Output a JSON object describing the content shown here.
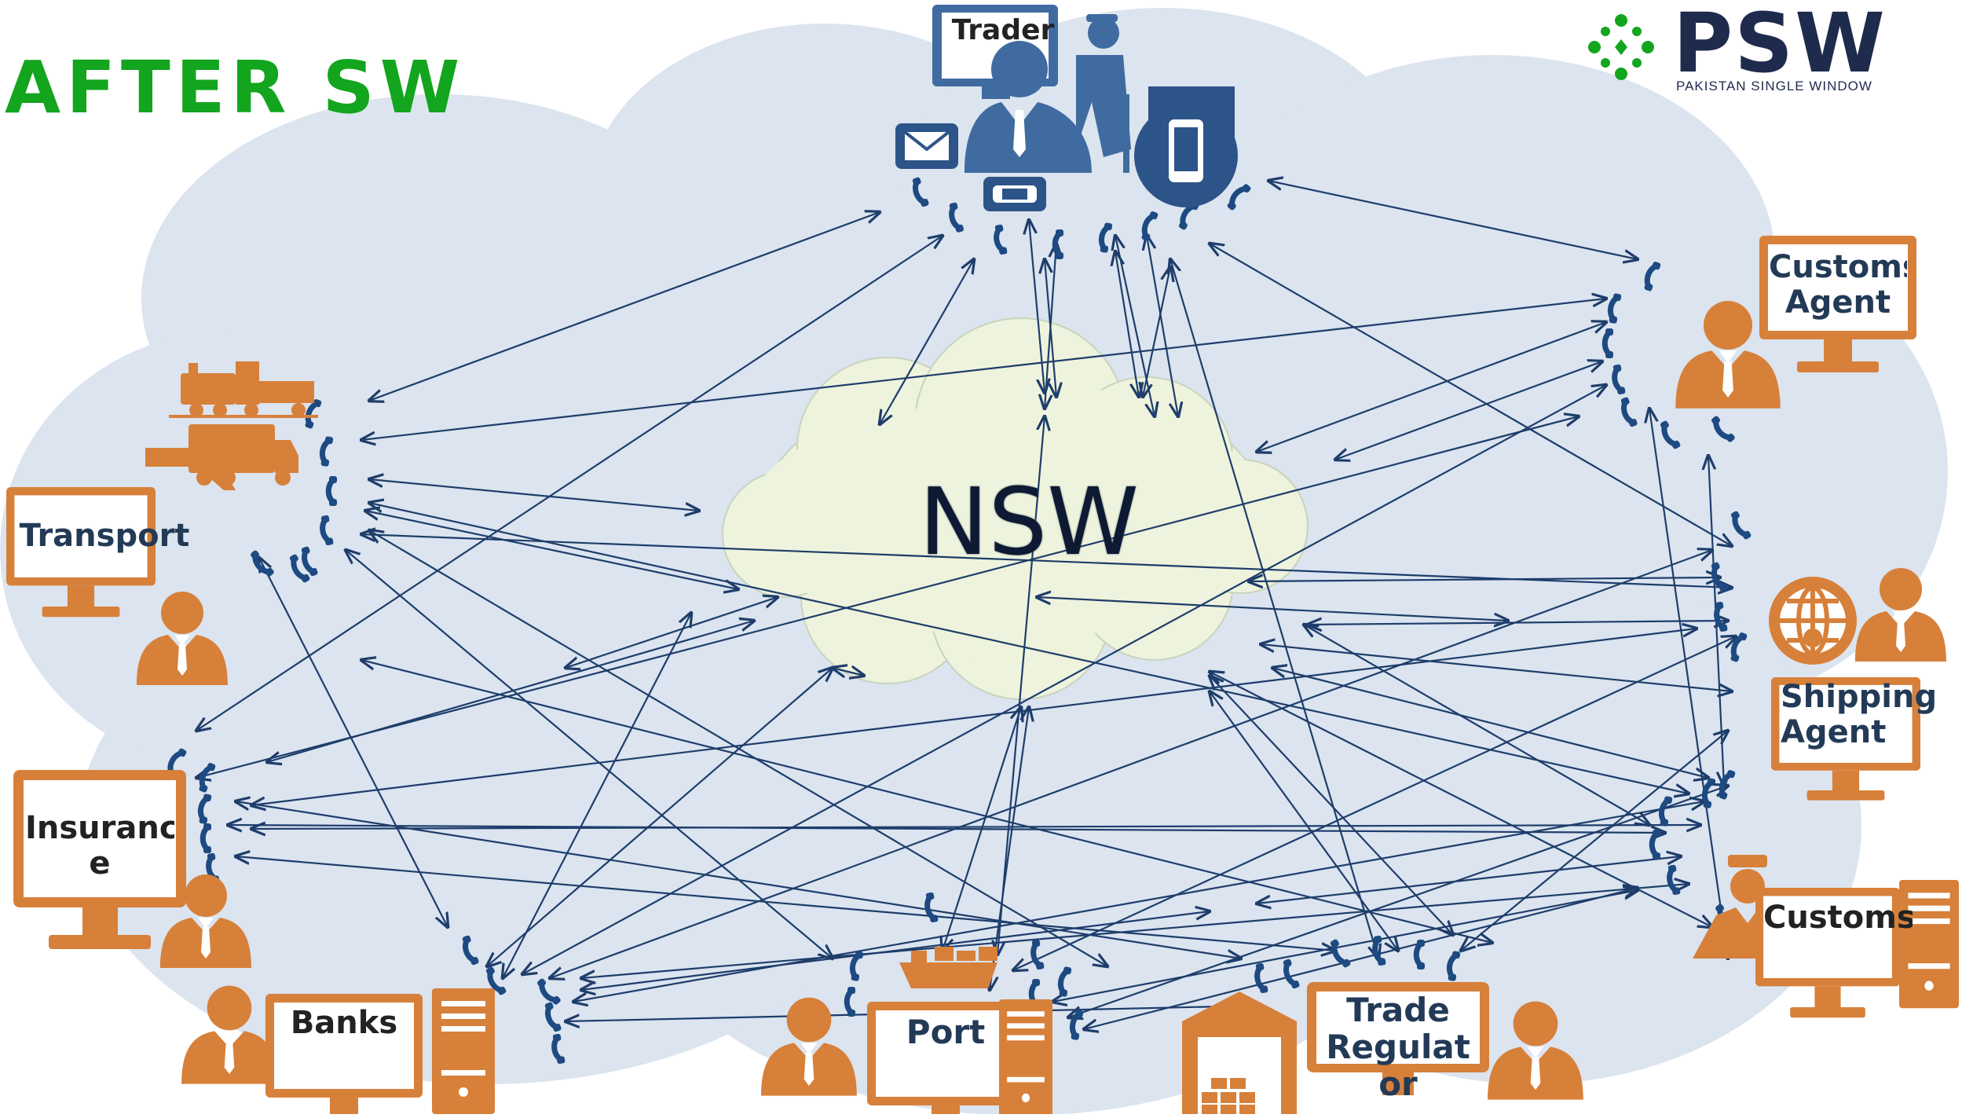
{
  "headline": "AFTER SW",
  "brand": {
    "name": "PSW",
    "subtitle": "PAKISTAN SINGLE WINDOW"
  },
  "center": {
    "label": "NSW"
  },
  "nodes": {
    "trader": "Trader",
    "customs_agent": "Customs\nAgent",
    "transport": "Transport",
    "shipping_agent": "Shipping\nAgent",
    "insurance": "Insuranc\ne",
    "customs": "Customs",
    "banks": "Banks",
    "port": "Port",
    "trade_regulator": "Trade\nRegulat\nor"
  },
  "colors": {
    "accent_green": "#12a51d",
    "brand_navy": "#1f2b4d",
    "node_orange": "#d7803a",
    "node_blue": "#3f6ba0",
    "arrow": "#1e3d6b",
    "cloud_bg": "#dbe4ef",
    "center_cloud": "#eef3dd"
  },
  "icons": [
    "computer-monitor-icon",
    "businessman-icon",
    "phone-handset-icon",
    "email-icon",
    "mobile-phone-icon",
    "delivery-man-icon",
    "train-icon",
    "truck-icon",
    "airplane-icon",
    "globe-icon",
    "server-tower-icon",
    "warehouse-icon",
    "cargo-ship-icon",
    "customs-officer-icon"
  ]
}
